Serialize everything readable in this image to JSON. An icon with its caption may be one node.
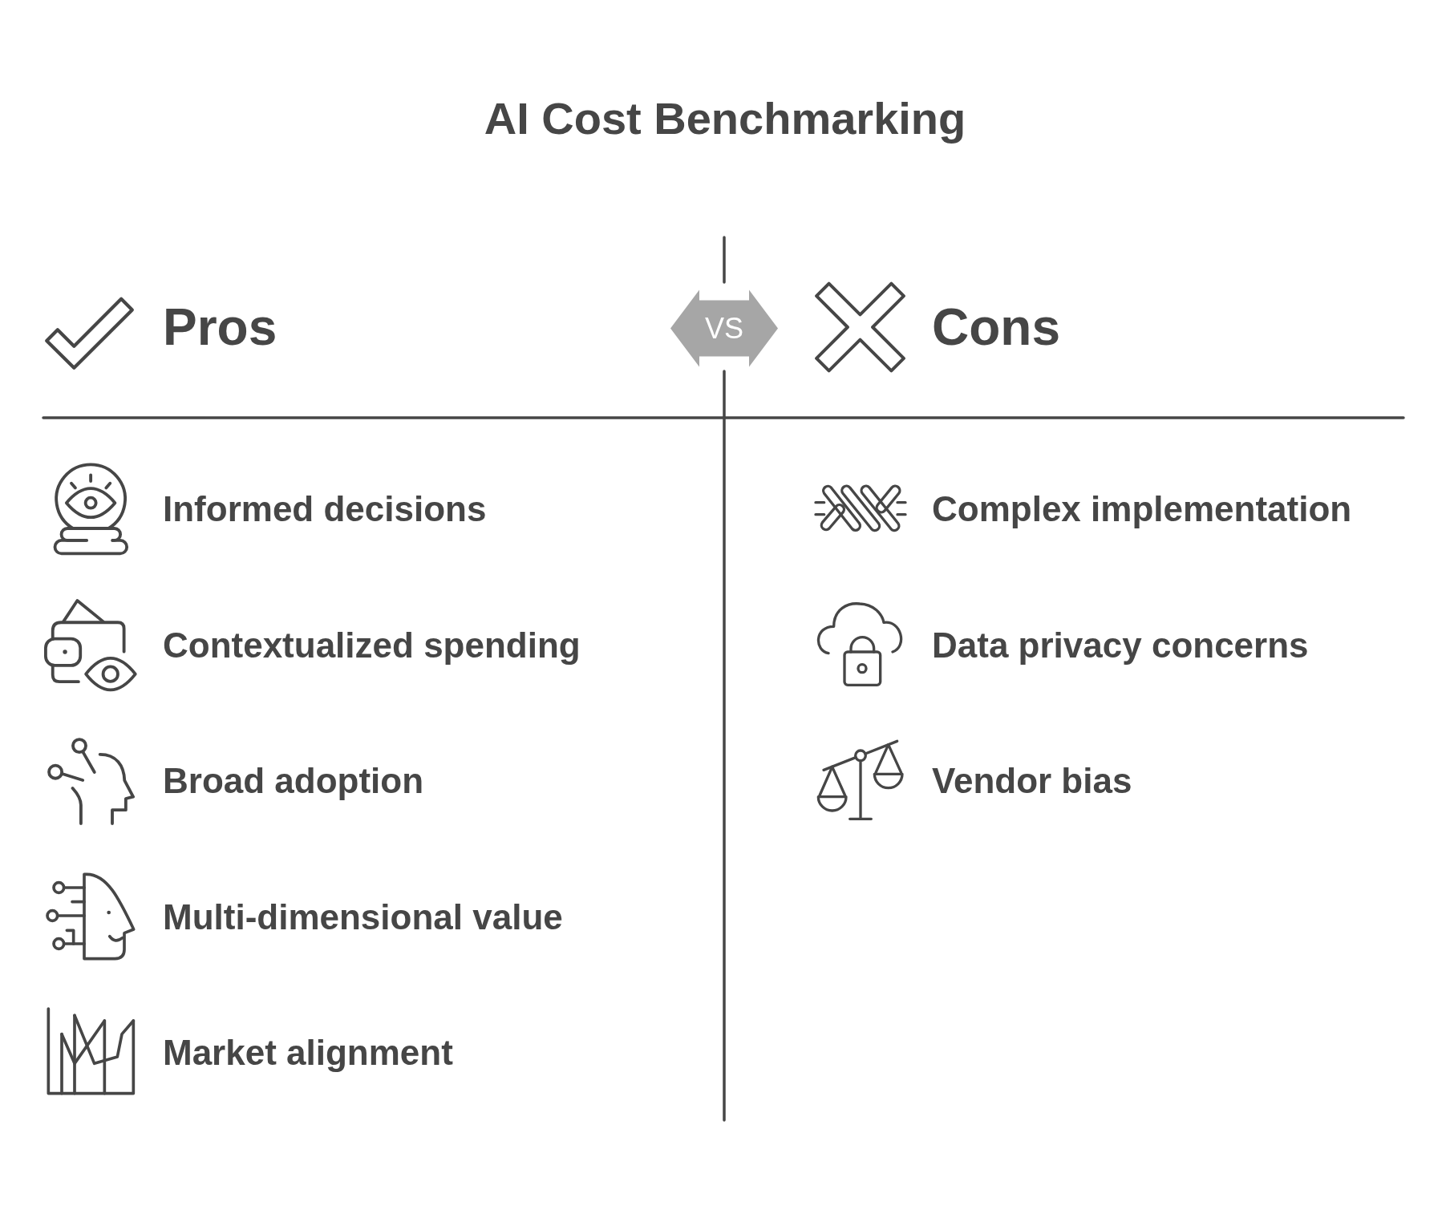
{
  "diagram": {
    "title": "AI Cost Benchmarking",
    "nodes": [
      {
        "text": [
          "VS"
        ]
      }
    ],
    "labels": [
      "Pros",
      "Informed decisions",
      "Contextualized spending",
      "Broad adoption",
      "Multi-dimensional value",
      "Market alignment",
      "Cons",
      "Complex implementation",
      "Data privacy concerns",
      "Vendor bias"
    ]
  }
}
